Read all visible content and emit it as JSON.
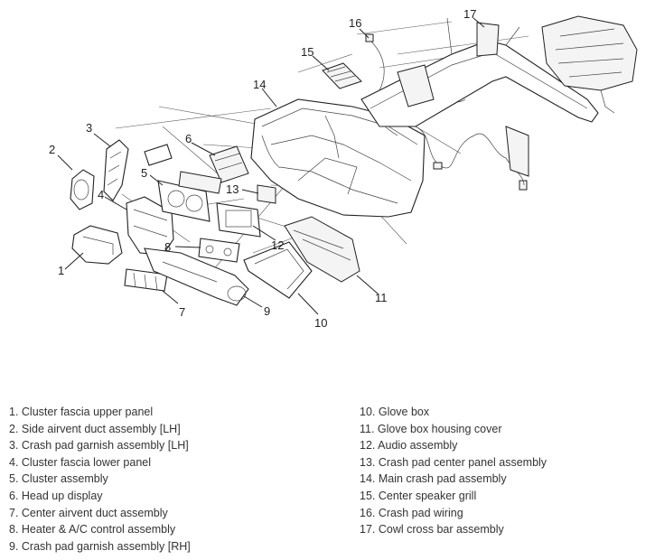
{
  "diagram": {
    "callouts": [
      "1",
      "2",
      "3",
      "4",
      "5",
      "6",
      "7",
      "8",
      "9",
      "10",
      "11",
      "12",
      "13",
      "14",
      "15",
      "16",
      "17"
    ]
  },
  "legend": {
    "left": [
      "1. Cluster fascia upper panel",
      "2. Side airvent duct assembly [LH]",
      "3. Crash pad garnish assembly [LH]",
      "4. Cluster fascia lower panel",
      "5. Cluster assembly",
      "6. Head up display",
      "7. Center airvent duct assembly",
      "8. Heater & A/C control assembly",
      "9. Crash pad garnish assembly [RH]"
    ],
    "right": [
      "10. Glove box",
      "11. Glove box housing cover",
      "12. Audio assembly",
      "13. Crash pad center panel assembly",
      "14. Main crash pad assembly",
      "15. Center speaker grill",
      "16. Crash pad wiring",
      "17. Cowl cross bar assembly"
    ]
  }
}
